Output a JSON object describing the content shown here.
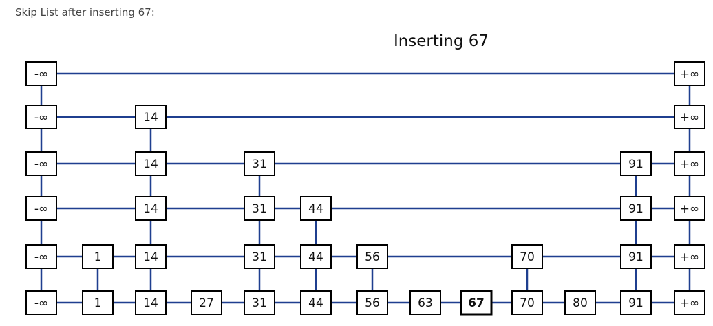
{
  "page": {
    "heading": "Skip List after inserting 67:"
  },
  "diagram": {
    "title": "Inserting 67",
    "colors": {
      "link": "#1f3f8f",
      "node_border": "#000000",
      "node_fill": "#ffffff",
      "text": "#111111"
    },
    "inserted_key": "67",
    "levels": [
      [
        "-∞",
        "+∞"
      ],
      [
        "-∞",
        "14",
        "+∞"
      ],
      [
        "-∞",
        "14",
        "31",
        "91",
        "+∞"
      ],
      [
        "-∞",
        "14",
        "31",
        "44",
        "91",
        "+∞"
      ],
      [
        "-∞",
        "1",
        "14",
        "31",
        "44",
        "56",
        "70",
        "91",
        "+∞"
      ],
      [
        "-∞",
        "1",
        "14",
        "27",
        "31",
        "44",
        "56",
        "63",
        "67",
        "70",
        "80",
        "91",
        "+∞"
      ]
    ]
  }
}
